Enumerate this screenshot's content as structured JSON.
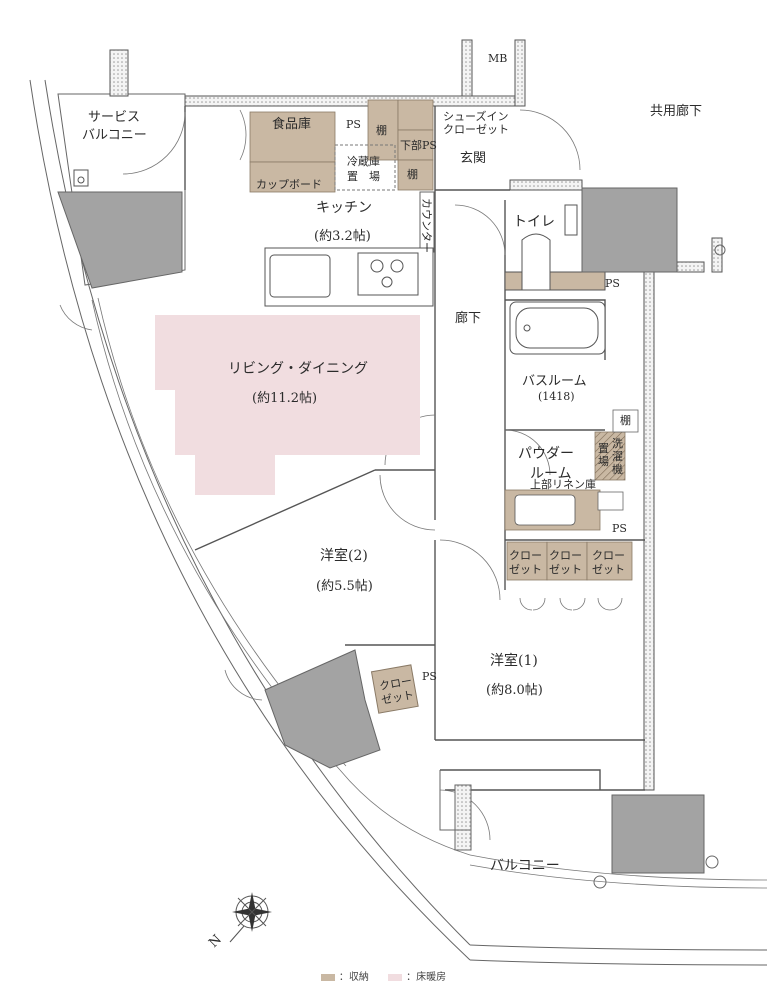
{
  "labels": {
    "mb": "MB",
    "common_corridor": "共用廊下",
    "service_balcony_1": "サービス",
    "service_balcony_2": "バルコニー",
    "pantry": "食品庫",
    "ps": "PS",
    "shelf": "棚",
    "lower_ps": "下部PS",
    "shoes_in_1": "シューズイン",
    "shoes_in_2": "クローゼット",
    "entrance": "玄関",
    "fridge_1": "冷蔵庫",
    "fridge_2": "置　場",
    "cupboard": "カップボード",
    "kitchen": "キッチン",
    "kitchen_area": "(約3.2帖)",
    "counter": "カウンター",
    "toilet": "トイレ",
    "hallway": "廊下",
    "living_dining": "リビング・ダイニング",
    "living_area": "(約11.2帖)",
    "bathroom": "バスルーム",
    "bath_size": "(1418)",
    "powder_1": "パウダー",
    "powder_2": "ルーム",
    "upper_linen": "上部リネン庫",
    "washer_1": "洗",
    "washer_2": "濯",
    "washer_3": "機",
    "washer_4": "置",
    "washer_5": "場",
    "closet_1": "クロー",
    "closet_2": "ゼット",
    "room2": "洋室(2)",
    "room2_area": "(約5.5帖)",
    "room1": "洋室(1)",
    "room1_area": "(約8.0帖)",
    "balcony": "バルコニー",
    "compass_n": "N"
  },
  "legend": {
    "storage": "：収納",
    "floor_heating": "：床暖房"
  },
  "colors": {
    "wall": "#8c8c8c",
    "column": "#a3a3a3",
    "storage": "#c9b8a3",
    "floor_heating": "#f1dde0",
    "line": "#555555"
  }
}
